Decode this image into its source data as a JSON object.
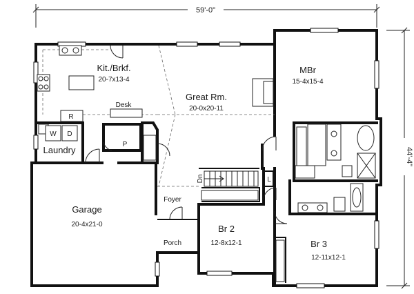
{
  "dimensions": {
    "width": "59'-0\"",
    "depth": "44'-4\""
  },
  "rooms": {
    "kitchen": {
      "name": "Kit./Brkf.",
      "size": "20-7x13-4"
    },
    "great_room": {
      "name": "Great Rm.",
      "size": "20-0x20-11"
    },
    "master": {
      "name": "MBr",
      "size": "15-4x15-4"
    },
    "garage": {
      "name": "Garage",
      "size": "20-4x21-0"
    },
    "bedroom2": {
      "name": "Br 2",
      "size": "12-8x12-1"
    },
    "bedroom3": {
      "name": "Br 3",
      "size": "12-11x12-1"
    },
    "laundry": {
      "name": "Laundry"
    },
    "foyer": {
      "name": "Foyer"
    },
    "porch": {
      "name": "Porch"
    }
  },
  "fixtures": {
    "desk": "Desk",
    "refrigerator": "R",
    "washer": "W",
    "dryer": "D",
    "pantry": "P",
    "linen": "L",
    "stairs_down": "Dn"
  }
}
